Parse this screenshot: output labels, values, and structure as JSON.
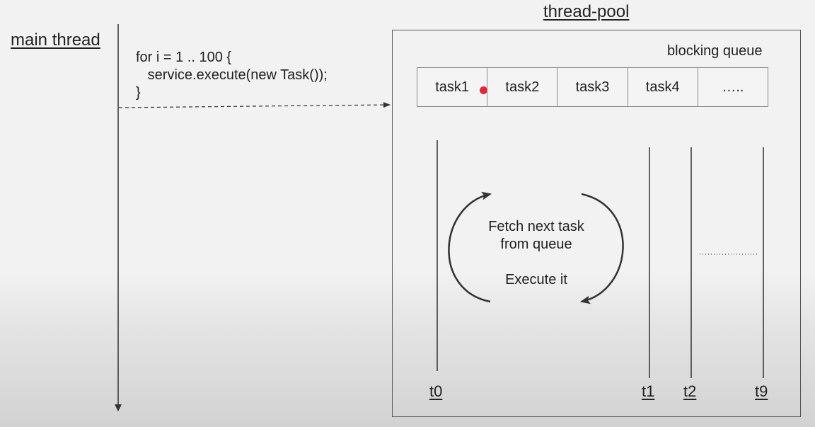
{
  "diagram": {
    "main_thread_label": "main thread",
    "code_lines": [
      "for i = 1 .. 100 {",
      "   service.execute(new Task());",
      "}"
    ],
    "pool_title": "thread-pool",
    "queue_label": "blocking queue",
    "queue_tasks": [
      "task1",
      "task2",
      "task3",
      "task4",
      "….."
    ],
    "loop_lines": [
      "Fetch next task",
      "from queue",
      "Execute it"
    ],
    "threads": [
      "t0",
      "t1",
      "t2",
      "t9"
    ],
    "colors": {
      "marker": "#e0283c",
      "lines": "#333333"
    }
  }
}
